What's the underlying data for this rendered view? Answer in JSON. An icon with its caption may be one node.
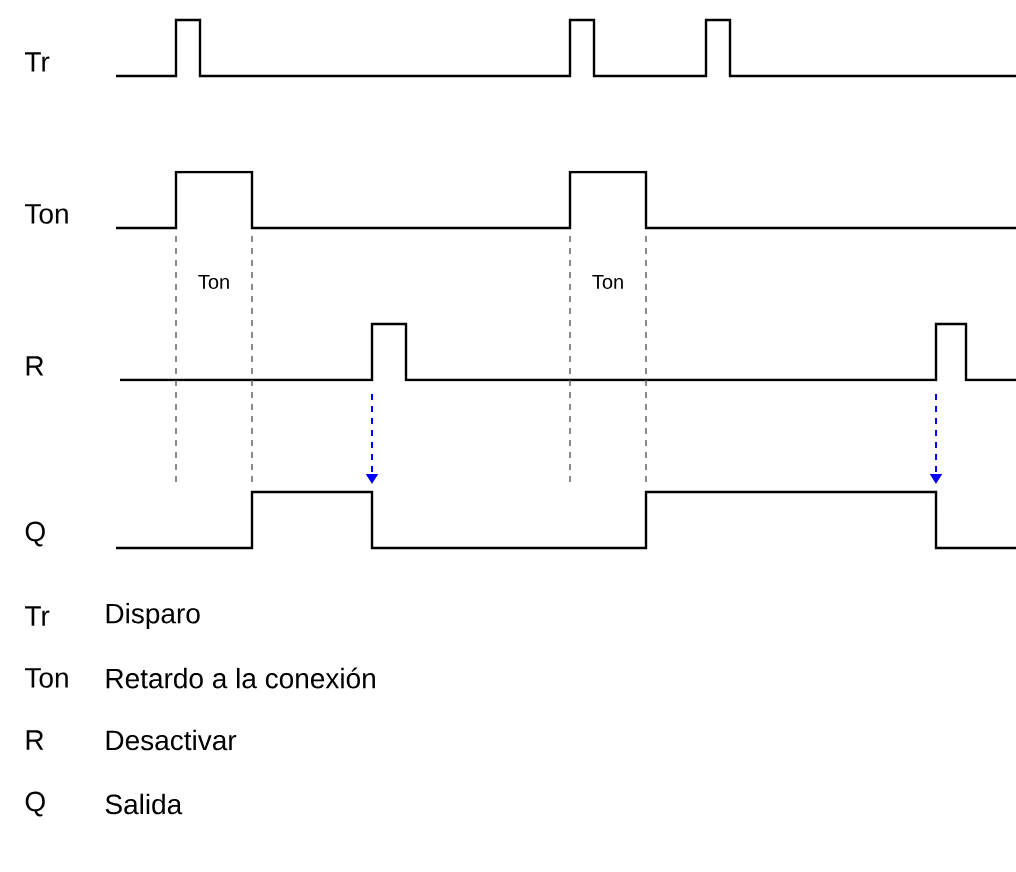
{
  "diagram": {
    "labels": [
      "Tr",
      "Ton",
      "Ton",
      "Ton",
      "R",
      "Q",
      "Tr",
      "Disparo",
      "Ton",
      "Retardo a la conexión",
      "R",
      "Desactivar",
      "Q",
      "Salida"
    ]
  }
}
